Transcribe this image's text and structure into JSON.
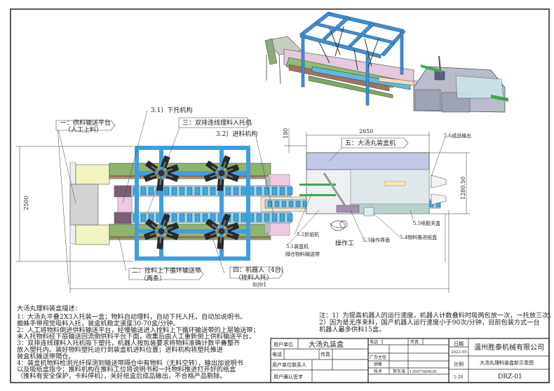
{
  "labels": {
    "feed_platform": "一：供料输送平台",
    "feed_platform_sub": "（人工上料）",
    "unload_tray": "3.1）下托机构",
    "tray_machine": "三：双排连线理料入托机",
    "infeed": "3.2）进料机构",
    "conveyor": "二：拴料上下循环输送带",
    "conveyor_sub": "（两条）",
    "robots": "四：机器人（4台）",
    "robots_sub": "（拴料入托）",
    "cartoner": "五：大汤丸装盒机",
    "output": "5.6成品输出",
    "folder": "5.2折纸机",
    "boxer": "5.1装盒机",
    "boxer_sub": "隔仓物料输送带",
    "operator": "操作工",
    "hmi": "5.3操作界面",
    "pusher": "5.4物料推进纸盒",
    "glue": "5.5喷胶关盒"
  },
  "dimensions": {
    "height_total": "2500",
    "length_total": "8091",
    "cartoner_length": "2650",
    "cartoner_width": "1280.50",
    "offset": "180"
  },
  "description": {
    "title": "大汤丸理料装盒描述：",
    "lines": [
      "1：大汤丸平叠2X3入托装一盒；物料自动理料，自动下托入托，自动加说明书。",
      "    蜘蛛手带视觉吸料入托，装盒机稳定速度30-70盒/分钟。",
      "2：人工将物料倒进供料输送平台，经慢输送进入拴料上下循环输送带的上层输送带；",
      "    未入托物料经下层输送回流倒供料平台下面，收集后由人工重新倒上供料输送平台。",
      "3：双排连线理料入托机吸下塑托，机器人按包装要求将物料准确计数平叠整齐",
      "    放入塑托内。装好物料塑托运行到装盒机进料位置；进料机构将塑托推进",
      "    装盒机输送带隔仓。",
      "4：装盒机物料检测光纤探测到输送带隔仓中有物料（无料空转），输出加说明书",
      "    以及吸纸盒指令；推料机构在推料工位将说明书和一托物料推进打开好的纸盒",
      "   （推料有安全保护，卡料停机），关好纸盒后成品输出，不合格产品剔除。"
    ]
  },
  "notes": {
    "lines": [
      "注：1）为提高机器人的运行速度，机器人计数叠料时吸两包放一次，一托放三次。",
      "      2）因为是无序来料，国产机器人运行速度小于90次/分钟，目前包装方式一台",
      "          机器人最多供料15盒。"
    ]
  },
  "title_block": {
    "client_label": "用户单位",
    "client_value": "大汤丸装盒",
    "phone_label": "电话",
    "fax_label": "传真",
    "contact_label": "用户单位联系人",
    "sign_label": "用户确认签字",
    "phone2_label": "电话",
    "fax2_label": "传真",
    "director_label": "厂办主任",
    "sales_label": "销售",
    "tech_label": "技术",
    "tech_name": "贺东海",
    "tech_phone": "13587589639",
    "date_label": "日期",
    "date_value": "2022.05",
    "scale_label": "比例",
    "scale_value": "1:20",
    "company": "温州胜泰机械有限公司",
    "drawing_title": "大汤丸理料装盒新示意图",
    "drawing_no": "DRZ-01"
  }
}
